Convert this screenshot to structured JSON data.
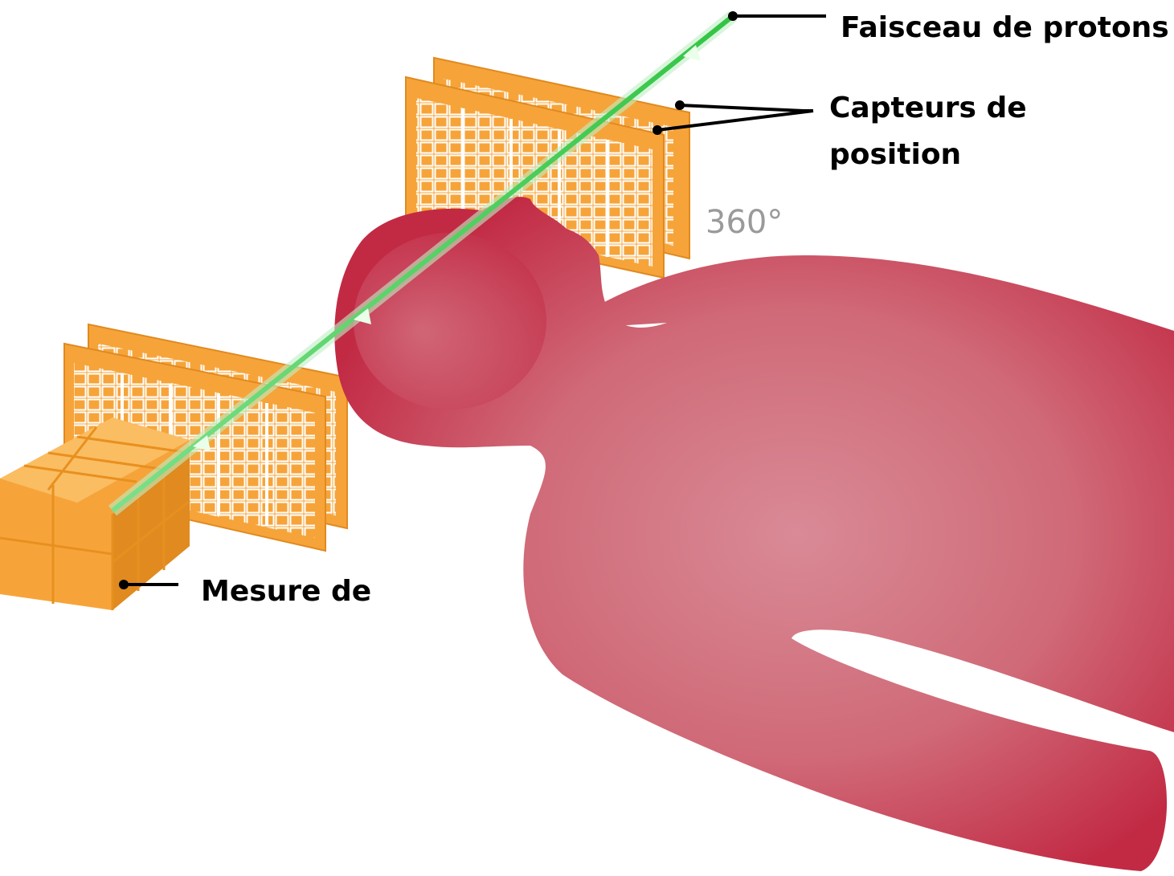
{
  "labels": {
    "beam": "Faisceau de protons",
    "sensors_line1": "Capteurs de",
    "sensors_line2": "position",
    "energy": "Mesure de",
    "rotation": "360°"
  },
  "colors": {
    "body": "#c22a44",
    "body_highlight": "#d98a96",
    "detector": "#f6a43a",
    "detector_dark": "#e08a20",
    "beam": "#3fcf4a",
    "leader": "#000000"
  },
  "icons": {
    "patient": "patient-body-silhouette",
    "tracker": "tracker-plane-grid",
    "calorimeter": "calorimeter-block",
    "beam": "proton-beam-arrow"
  }
}
